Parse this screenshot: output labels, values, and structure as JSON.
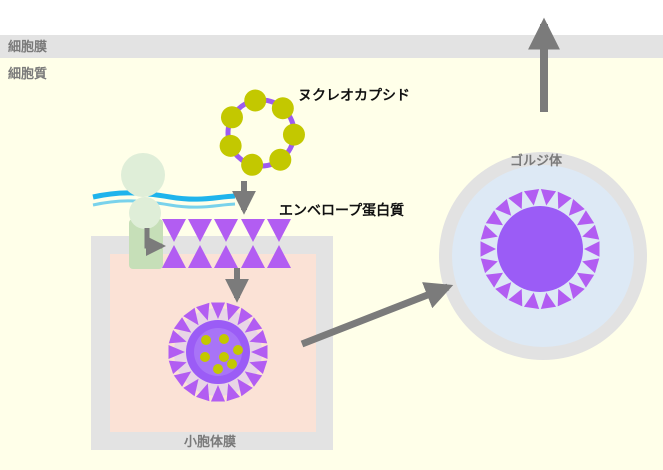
{
  "labels": {
    "cell_membrane": "細胞膜",
    "cytoplasm": "細胞質",
    "nucleocapsid": "ヌクレオカプシド",
    "envelope_protein": "エンベロープ蛋白質",
    "golgi": "ゴルジ体",
    "vesicle_membrane": "小胞体膜"
  },
  "colors": {
    "cytoplasm": "#ffffe9",
    "membrane": "#e3e3e3",
    "label_gray": "#7a7a7a",
    "nucleocapsid_bead": "#c3c800",
    "capsid_ring": "#9d5bf1",
    "protein_purple": "#b25df2",
    "virion_core": "#9b5cf6",
    "arrow": "#7b7b7b",
    "vesicle_interior": "#fbe2d6",
    "golgi_inner": "#dde9f5",
    "golgi_ring": "#e2e2e2",
    "water": "#1fb4ec",
    "channel_head": "#dfeed8",
    "channel_body": "#c6dfb8"
  }
}
